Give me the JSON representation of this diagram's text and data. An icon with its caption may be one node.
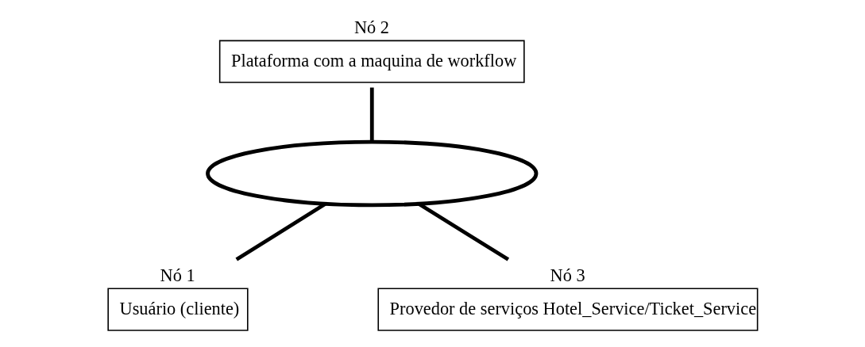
{
  "diagram": {
    "nodes": [
      {
        "text": [
          "Nó 2",
          "Plataforma com a maquina de workflow"
        ]
      },
      {
        "text": [],
        "shape": "ellipse"
      },
      {
        "text": [
          "Nó 1",
          "Usuário (cliente)"
        ]
      },
      {
        "text": [
          "Nó 3",
          "Provedor de serviços Hotel_Service/Ticket_Service"
        ]
      }
    ],
    "edges": [
      {
        "from": 0,
        "to": 1,
        "arrow": "none"
      },
      {
        "from": 1,
        "to": 2,
        "arrow": "none"
      },
      {
        "from": 1,
        "to": 3,
        "arrow": "none"
      }
    ]
  }
}
